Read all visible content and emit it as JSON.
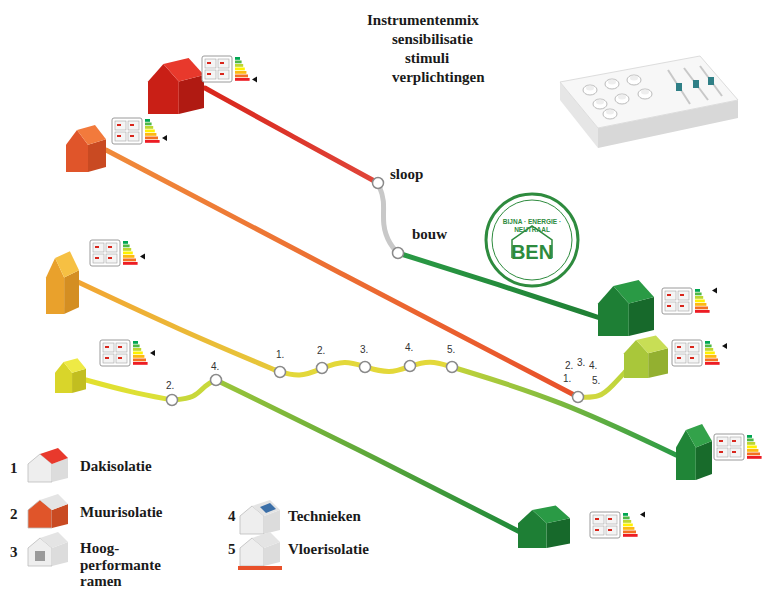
{
  "diagram": {
    "nodes": [
      {
        "text": [
          "BIJNA · ENERGIE · NEUTRAAL",
          "BEN"
        ]
      }
    ],
    "labels": [
      "Instrumentenmix",
      "sensibilisatie",
      "stimuli",
      "verplichtingen",
      "sloop",
      "bouw",
      "1.",
      "2.",
      "3.",
      "4.",
      "5.",
      "2.",
      "3.",
      "4.",
      "1.",
      "5.",
      "2.",
      "4.",
      "1",
      "2",
      "3",
      "4",
      "5"
    ],
    "legend": [
      {
        "text": "Dakisolatie"
      },
      {
        "text": "Muurisolatie"
      },
      {
        "text": "Hoog- performante ramen"
      },
      {
        "text": "Technieken"
      },
      {
        "text": "Vloerisolatie"
      }
    ]
  }
}
